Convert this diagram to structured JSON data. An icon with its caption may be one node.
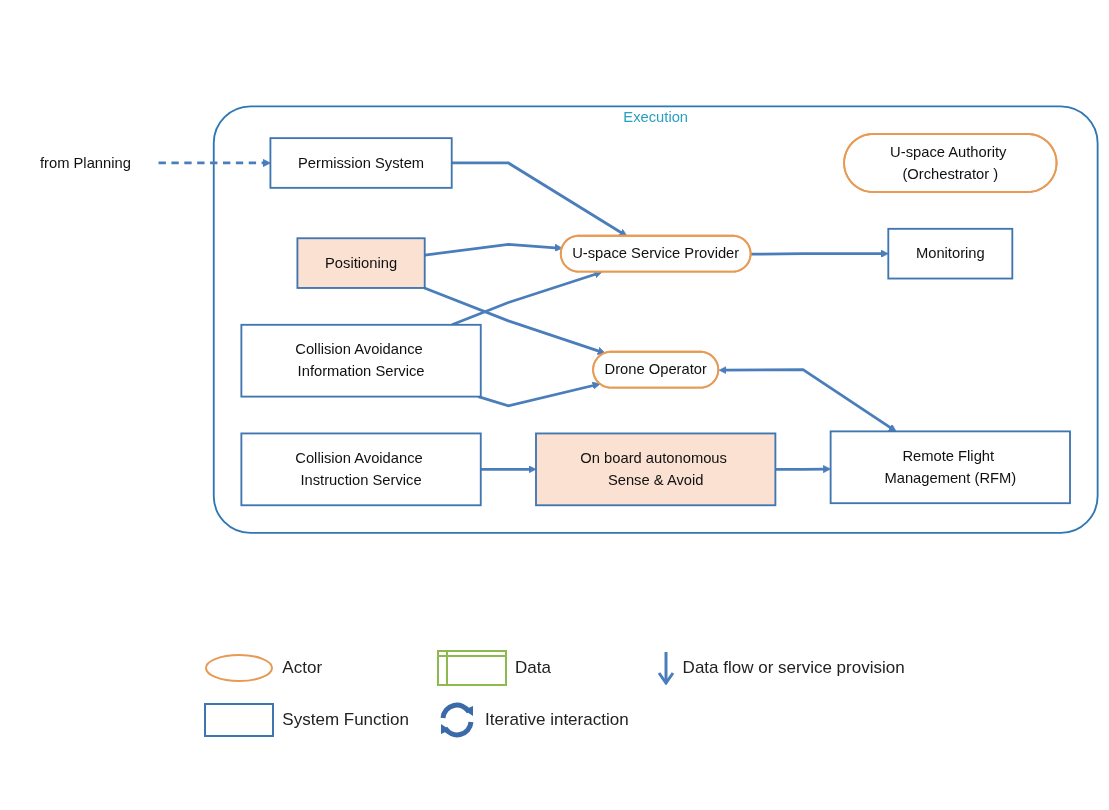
{
  "diagram": {
    "nodes": [
      {
        "text": [
          "from Planning"
        ]
      },
      {
        "text": [
          "Execution"
        ]
      },
      {
        "text": [
          "U-space Authority (Orchestrator )"
        ],
        "in": 1
      },
      {
        "text": [
          "U-space Service Provider"
        ],
        "in": 1
      },
      {
        "text": [
          "Positioning"
        ],
        "in": 1
      },
      {
        "text": [
          "Permission System"
        ],
        "in": 1
      },
      {
        "text": [
          "Monitoring"
        ],
        "in": 1
      },
      {
        "text": [
          "Drone Operator"
        ],
        "in": 1
      },
      {
        "text": [
          "Collision Avoidance Information Service"
        ],
        "in": 1
      },
      {
        "text": [
          "Collision Avoidance Instruction Service"
        ],
        "in": 1
      },
      {
        "text": [
          "On board autonomous Sense & Avoid"
        ],
        "in": 1
      },
      {
        "text": [
          "Remote Flight Management (RFM)"
        ],
        "in": 1
      }
    ],
    "edges": [
      {
        "from": 0,
        "to": 5,
        "arrow": "to",
        "style": "dashed"
      },
      {
        "from": 5,
        "to": 3,
        "arrow": "to"
      },
      {
        "from": 3,
        "to": 6,
        "arrow": "to"
      },
      {
        "from": 4,
        "to": 3,
        "arrow": "to"
      },
      {
        "from": 4,
        "to": 7,
        "arrow": "to"
      },
      {
        "from": 8,
        "to": 3,
        "arrow": "to"
      },
      {
        "from": 8,
        "to": 7,
        "arrow": "to"
      },
      {
        "from": 7,
        "to": 11,
        "arrow": "both"
      },
      {
        "from": 9,
        "to": 10,
        "arrow": "to"
      },
      {
        "from": 10,
        "to": 11,
        "arrow": "to"
      }
    ],
    "legend": [
      {
        "text": "Actor"
      },
      {
        "text": "Data"
      },
      {
        "text": "Data flow or service provision"
      },
      {
        "text": "System Function"
      },
      {
        "text": "Iterative interaction"
      }
    ]
  }
}
